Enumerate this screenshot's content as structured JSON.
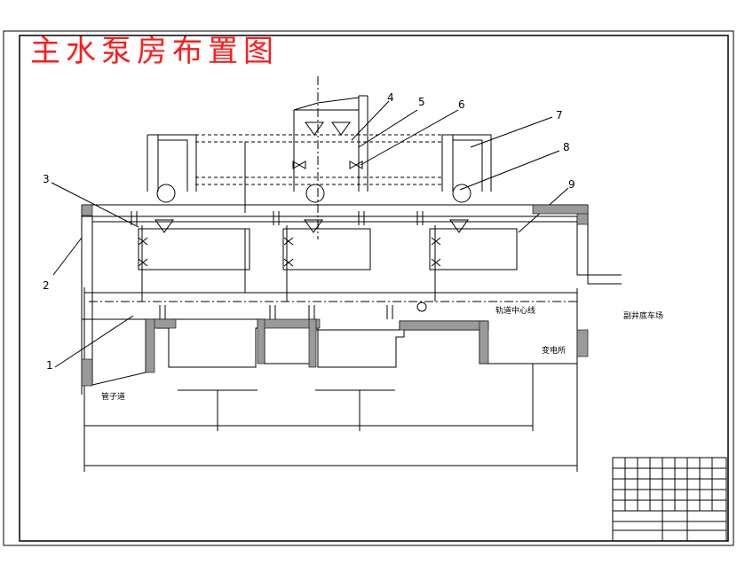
{
  "title": "主水泵房布置图",
  "colors": {
    "title": "#ff1a1a",
    "line": "#000000",
    "hatch": "#333333"
  },
  "callouts": [
    "1",
    "2",
    "3",
    "4",
    "5",
    "6",
    "7",
    "8",
    "9"
  ],
  "labels": {
    "track_center": "轨道中心线",
    "shaft_yard": "副井底车场",
    "substation": "变电所",
    "pipe_tunnel": "管子道"
  }
}
